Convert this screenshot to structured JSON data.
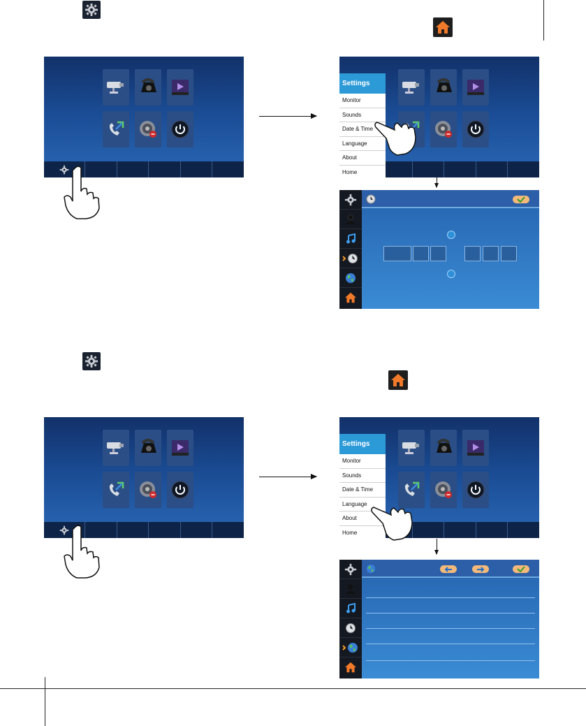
{
  "menu": {
    "title": "Settings",
    "items": [
      "Monitor",
      "Sounds",
      "Date & Time",
      "Language",
      "About",
      "Home"
    ]
  },
  "icons": {
    "settings": "gear-icon",
    "home": "home-icon",
    "camera": "camera-icon",
    "intercom": "intercom-phone-icon",
    "playback": "video-playback-icon",
    "transfer": "call-transfer-icon",
    "speaker_mute": "speaker-mute-icon",
    "power": "power-icon",
    "pointer": "pointing-hand-icon",
    "user": "user-icon",
    "music": "music-note-icon",
    "clock": "clock-icon",
    "globe": "globe-icon",
    "confirm": "check-icon",
    "prev": "arrow-left-icon",
    "next": "arrow-right-icon"
  },
  "colors": {
    "menu_header": "#2d9ad8",
    "screen_dark": "#123169",
    "screen_light": "#2a68b6",
    "confirm_button": "#f3b97a"
  }
}
